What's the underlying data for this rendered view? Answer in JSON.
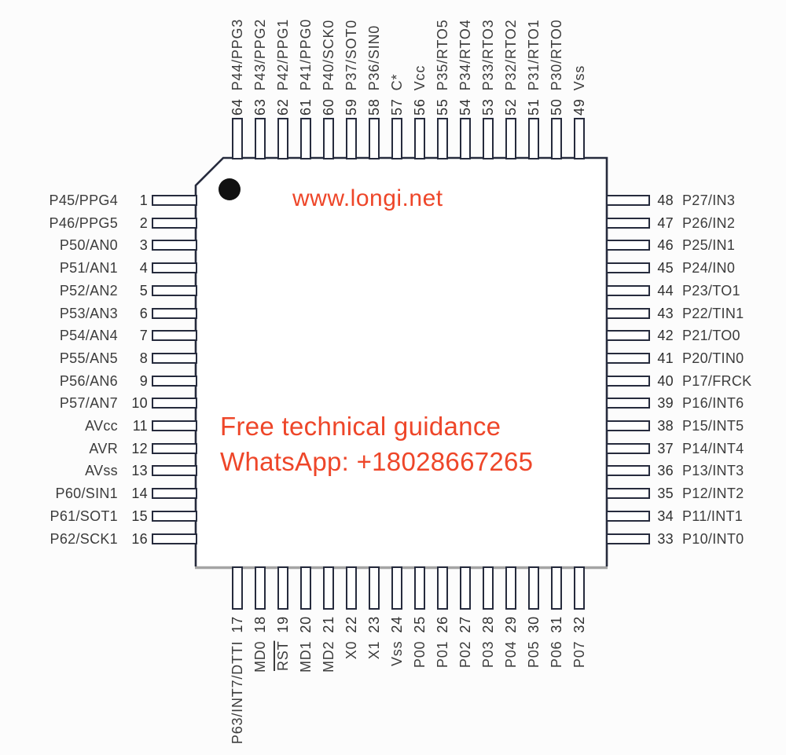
{
  "watermark": {
    "site": "www.longi.net",
    "guidance_line1": "Free technical guidance",
    "guidance_line2": "WhatsApp: +18028667265"
  },
  "colors": {
    "accent_red": "#ee4629",
    "outline_navy": "#262b3d",
    "label_gray": "#3c3c3c",
    "bottom_shadow_gray": "#8f8f8f",
    "pin1_dot_black": "#111111"
  },
  "chip": {
    "left_pins": [
      {
        "num": "1",
        "label": "P45/PPG4"
      },
      {
        "num": "2",
        "label": "P46/PPG5"
      },
      {
        "num": "3",
        "label": "P50/AN0"
      },
      {
        "num": "4",
        "label": "P51/AN1"
      },
      {
        "num": "5",
        "label": "P52/AN2"
      },
      {
        "num": "6",
        "label": "P53/AN3"
      },
      {
        "num": "7",
        "label": "P54/AN4"
      },
      {
        "num": "8",
        "label": "P55/AN5"
      },
      {
        "num": "9",
        "label": "P56/AN6"
      },
      {
        "num": "10",
        "label": "P57/AN7"
      },
      {
        "num": "11",
        "label": "AVcc"
      },
      {
        "num": "12",
        "label": "AVR"
      },
      {
        "num": "13",
        "label": "AVss"
      },
      {
        "num": "14",
        "label": "P60/SIN1"
      },
      {
        "num": "15",
        "label": "P61/SOT1"
      },
      {
        "num": "16",
        "label": "P62/SCK1"
      }
    ],
    "right_pins": [
      {
        "num": "48",
        "label": "P27/IN3"
      },
      {
        "num": "47",
        "label": "P26/IN2"
      },
      {
        "num": "46",
        "label": "P25/IN1"
      },
      {
        "num": "45",
        "label": "P24/IN0"
      },
      {
        "num": "44",
        "label": "P23/TO1"
      },
      {
        "num": "43",
        "label": "P22/TIN1"
      },
      {
        "num": "42",
        "label": "P21/TO0"
      },
      {
        "num": "41",
        "label": "P20/TIN0"
      },
      {
        "num": "40",
        "label": "P17/FRCK"
      },
      {
        "num": "39",
        "label": "P16/INT6"
      },
      {
        "num": "38",
        "label": "P15/INT5"
      },
      {
        "num": "37",
        "label": "P14/INT4"
      },
      {
        "num": "36",
        "label": "P13/INT3"
      },
      {
        "num": "35",
        "label": "P12/INT2"
      },
      {
        "num": "34",
        "label": "P11/INT1"
      },
      {
        "num": "33",
        "label": "P10/INT0"
      }
    ],
    "top_pins": [
      {
        "num": "64",
        "label": "P44/PPG3"
      },
      {
        "num": "63",
        "label": "P43/PPG2"
      },
      {
        "num": "62",
        "label": "P42/PPG1"
      },
      {
        "num": "61",
        "label": "P41/PPG0"
      },
      {
        "num": "60",
        "label": "P40/SCK0"
      },
      {
        "num": "59",
        "label": "P37/SOT0"
      },
      {
        "num": "58",
        "label": "P36/SIN0"
      },
      {
        "num": "57",
        "label": "C*"
      },
      {
        "num": "56",
        "label": "Vcc"
      },
      {
        "num": "55",
        "label": "P35/RTO5"
      },
      {
        "num": "54",
        "label": "P34/RTO4"
      },
      {
        "num": "53",
        "label": "P33/RTO3"
      },
      {
        "num": "52",
        "label": "P32/RTO2"
      },
      {
        "num": "51",
        "label": "P31/RTO1"
      },
      {
        "num": "50",
        "label": "P30/RTO0"
      },
      {
        "num": "49",
        "label": "Vss"
      }
    ],
    "bottom_pins": [
      {
        "num": "17",
        "label": "P63/INT7/DTTI",
        "overline": false
      },
      {
        "num": "18",
        "label": "MD0",
        "overline": false
      },
      {
        "num": "19",
        "label": "RST",
        "overline": true
      },
      {
        "num": "20",
        "label": "MD1",
        "overline": false
      },
      {
        "num": "21",
        "label": "MD2",
        "overline": false
      },
      {
        "num": "22",
        "label": "X0",
        "overline": false
      },
      {
        "num": "23",
        "label": "X1",
        "overline": false
      },
      {
        "num": "24",
        "label": "Vss",
        "overline": false
      },
      {
        "num": "25",
        "label": "P00",
        "overline": false
      },
      {
        "num": "26",
        "label": "P01",
        "overline": false
      },
      {
        "num": "27",
        "label": "P02",
        "overline": false
      },
      {
        "num": "28",
        "label": "P03",
        "overline": false
      },
      {
        "num": "29",
        "label": "P04",
        "overline": false
      },
      {
        "num": "30",
        "label": "P05",
        "overline": false
      },
      {
        "num": "31",
        "label": "P06",
        "overline": false
      },
      {
        "num": "32",
        "label": "P07",
        "overline": false
      }
    ]
  }
}
